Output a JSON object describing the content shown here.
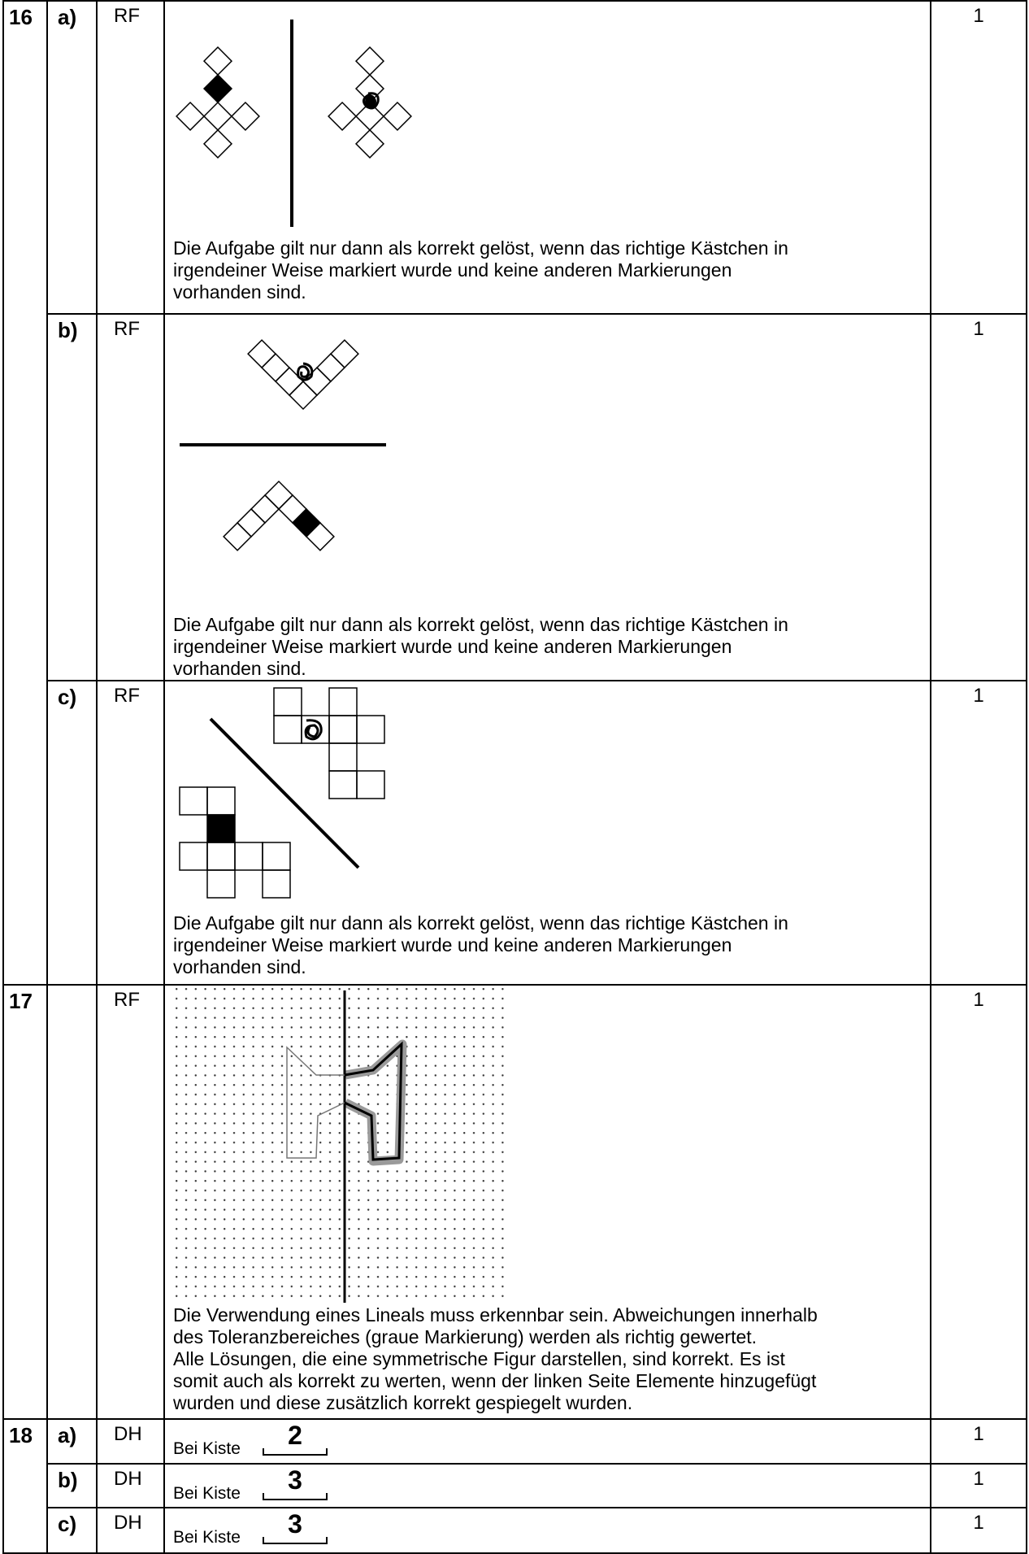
{
  "rows": [
    {
      "number": "16",
      "part": "a)",
      "code": "RF",
      "points": "1",
      "note": [
        "Die Aufgabe gilt nur dann als korrekt gelöst, wenn das richtige Kästchen in",
        "irgendeiner Weise markiert wurde und keine anderen Markierungen",
        "vorhanden sind."
      ]
    },
    {
      "number": "",
      "part": "b)",
      "code": "RF",
      "points": "1",
      "note": [
        "Die Aufgabe gilt nur dann als korrekt gelöst, wenn das richtige Kästchen in",
        "irgendeiner Weise markiert wurde und keine anderen Markierungen",
        "vorhanden sind."
      ]
    },
    {
      "number": "",
      "part": "c)",
      "code": "RF",
      "points": "1",
      "note": [
        "Die Aufgabe gilt nur dann als korrekt gelöst, wenn das richtige Kästchen in",
        "irgendeiner Weise markiert wurde und keine anderen Markierungen",
        "vorhanden sind."
      ]
    },
    {
      "number": "17",
      "part": "",
      "code": "RF",
      "points": "1",
      "note": [
        "Die Verwendung eines Lineals muss erkennbar sein. Abweichungen innerhalb",
        "des Toleranzbereiches (graue Markierung) werden als richtig gewertet.",
        "Alle Lösungen, die eine symmetrische Figur darstellen, sind korrekt. Es ist",
        "somit auch als korrekt zu werten, wenn der linken Seite Elemente hinzugefügt",
        "wurden und diese zusätzlich korrekt gespiegelt wurden."
      ]
    },
    {
      "number": "18",
      "part": "a)",
      "code": "DH",
      "points": "1",
      "label": "Bei Kiste",
      "answer": "2"
    },
    {
      "number": "",
      "part": "b)",
      "code": "DH",
      "points": "1",
      "label": "Bei Kiste",
      "answer": "3"
    },
    {
      "number": "",
      "part": "c)",
      "code": "DH",
      "points": "1",
      "label": "Bei Kiste",
      "answer": "3"
    }
  ]
}
